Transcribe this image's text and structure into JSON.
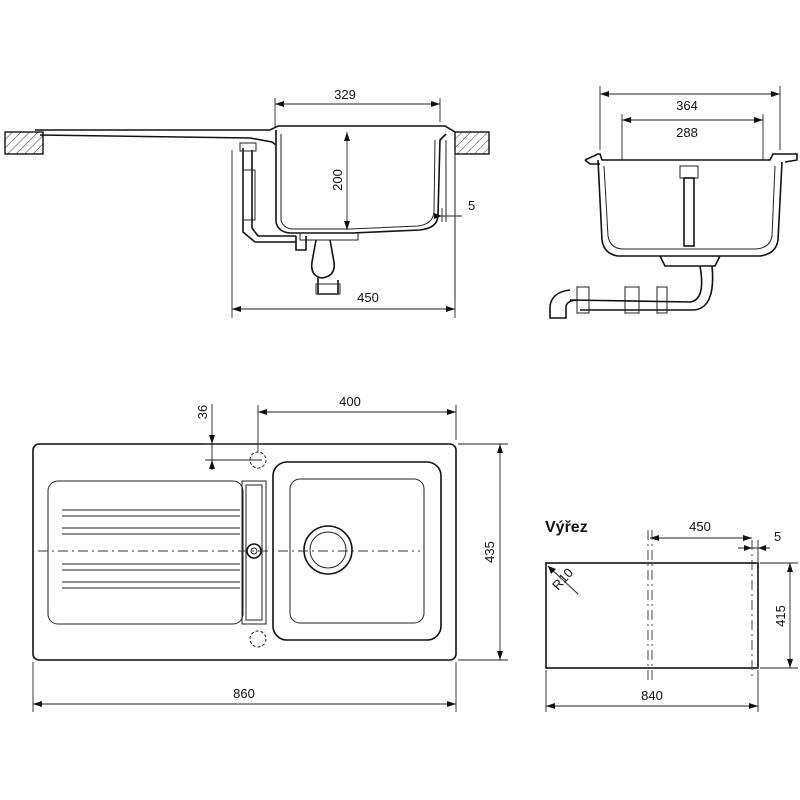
{
  "side_section": {
    "dim_bowl_width": "329",
    "dim_depth": "200",
    "dim_rim": "5",
    "dim_overall": "450"
  },
  "end_section": {
    "dim_outer": "364",
    "dim_inner": "288"
  },
  "plan_view": {
    "dim_tap_offset": "36",
    "dim_bowl_span": "400",
    "dim_height": "435",
    "dim_width": "860"
  },
  "cutout": {
    "title": "Výřez",
    "dim_width_450": "450",
    "dim_gap": "5",
    "dim_radius": "R10",
    "dim_height": "415",
    "dim_length": "840"
  }
}
